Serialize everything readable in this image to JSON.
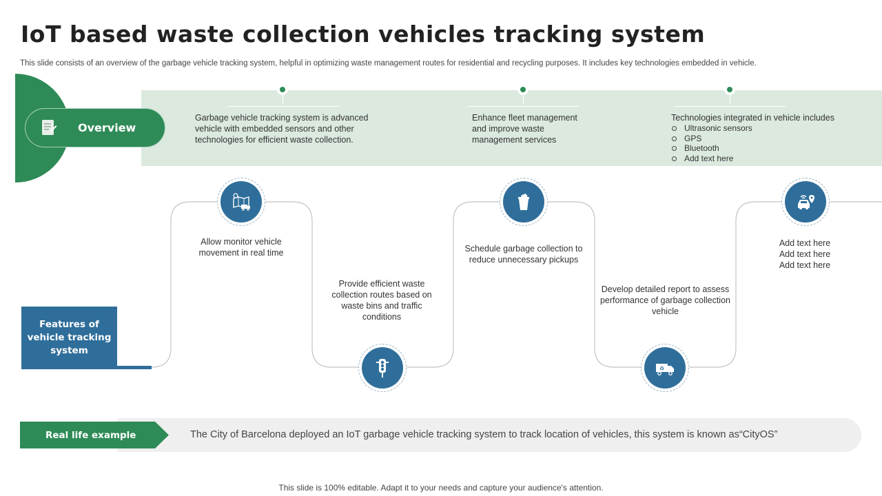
{
  "title": "IoT based waste collection vehicles tracking system",
  "subtitle": "This slide consists of an overview of the garbage vehicle tracking system, helpful in optimizing waste management routes for residential and recycling purposes. It includes key technologies embedded in vehicle.",
  "overview": {
    "label": "Overview",
    "icon": "document-icon",
    "item1": "Garbage vehicle tracking system is advanced vehicle with embedded sensors and other technologies for efficient waste collection.",
    "item2": "Enhance fleet management and improve waste management services",
    "item3": {
      "heading": "Technologies integrated in vehicle includes",
      "list": [
        "Ultrasonic sensors",
        "GPS",
        "Bluetooth",
        "Add text here"
      ]
    }
  },
  "features": {
    "label": "Features of vehicle tracking system",
    "items": [
      {
        "text": "Allow monitor vehicle movement  in real time",
        "icon": "map-truck-icon"
      },
      {
        "text": "Provide  efficient waste collection routes based on waste bins and traffic conditions",
        "icon": "traffic-light-icon"
      },
      {
        "text": "Schedule garbage collection to reduce unnecessary pickups",
        "icon": "waste-bin-icon"
      },
      {
        "text": "Develop detailed report to assess performance  of garbage collection vehicle",
        "icon": "recycle-truck-icon"
      },
      {
        "text": "Add text here\nAdd text here\nAdd text here",
        "icon": "connected-car-icon"
      }
    ]
  },
  "real_life": {
    "label": "Real life example",
    "text": "The City of Barcelona deployed  an IoT garbage vehicle tracking system to track location of vehicles, this system is known as“CityOS”"
  },
  "footer": "This slide is 100% editable. Adapt it to your needs and capture your audience's attention.",
  "colors": {
    "green": "#2e8b57",
    "blue": "#2f6e9a",
    "band": "#dbe9df"
  }
}
